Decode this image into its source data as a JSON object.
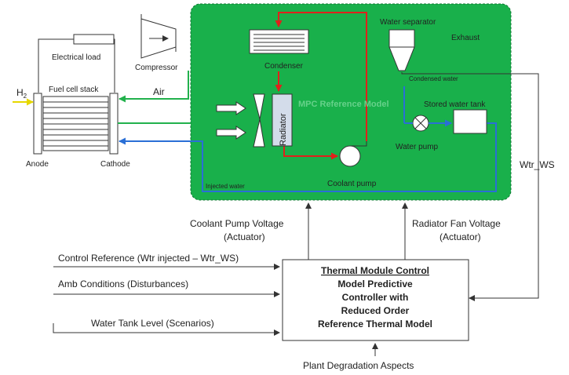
{
  "fuel_cell": {
    "electrical_load": "Electrical load",
    "stack": "Fuel cell stack",
    "h2": "H",
    "h2_sub": "2",
    "anode": "Anode",
    "cathode": "Cathode",
    "air": "Air",
    "compressor": "Compressor"
  },
  "thermal_loop": {
    "water_separator": "Water separator",
    "exhaust": "Exhaust",
    "condenser": "Condenser",
    "condensed_water": "Condensed water",
    "mpc_reference_model": "MPC Reference Model",
    "stored_water_tank": "Stored water tank",
    "radiator": "Radiator",
    "water_pump": "Water pump",
    "coolant_pump": "Coolant pump",
    "injected_water": "Injected water"
  },
  "signals": {
    "wtr_ws": "Wtr_WS",
    "coolant_pump_voltage": "Coolant Pump Voltage",
    "coolant_actuator": "(Actuator)",
    "radiator_fan_voltage": "Radiator Fan Voltage",
    "radiator_actuator": "(Actuator)",
    "control_reference": "Control Reference (Wtr injected – Wtr_WS)",
    "amb_conditions": "Amb Conditions (Disturbances)",
    "water_tank_level": "Water Tank Level (Scenarios)",
    "plant_degradation": "Plant Degradation Aspects"
  },
  "controller": {
    "title": "Thermal Module Control",
    "line1": "Model Predictive",
    "line2": "Controller with",
    "line3": "Reduced Order",
    "line4": "Reference Thermal Model"
  },
  "colors": {
    "green_panel": "#19b04b",
    "coolant_red": "#e0201b",
    "water_blue": "#2a6fd6",
    "air_green": "#22b14c",
    "hydrogen_yellow": "#e6d800"
  }
}
